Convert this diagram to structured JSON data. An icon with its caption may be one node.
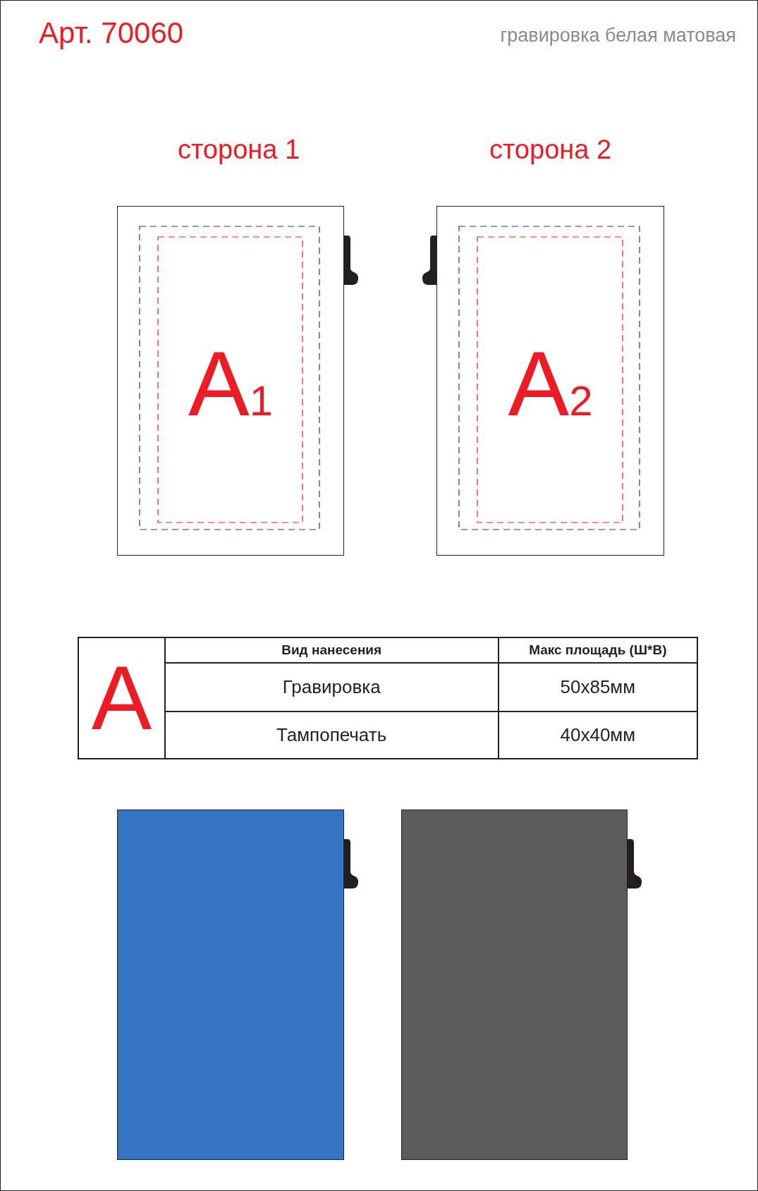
{
  "diagram": {
    "title": "Арт. 70060",
    "nodes": [
      {
        "text": [
          "сторона 1",
          "A$_{1}$"
        ]
      },
      {
        "text": [
          "сторона 2",
          "A$_{2}$"
        ]
      },
      {
        "text": [],
        "shape": "box"
      },
      {
        "text": [],
        "shape": "box"
      }
    ],
    "edges": [],
    "labels": [
      "гравировка белая матовая",
      "A",
      "Вид нанесения",
      "Макс площадь (Ш*В)",
      "Гравировка",
      "50x85мм",
      "Тампопечать",
      "40x40мм"
    ]
  }
}
